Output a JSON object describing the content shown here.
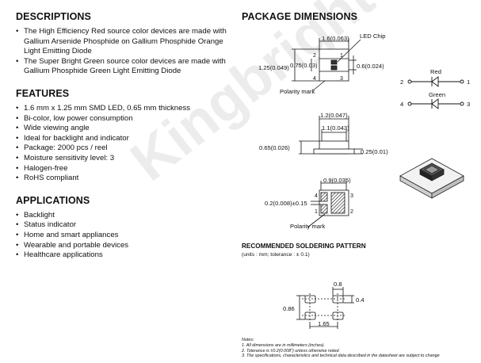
{
  "watermark": "Kingbright",
  "descriptions": {
    "heading": "DESCRIPTIONS",
    "items": [
      "The High Efficiency Red source color devices are made with Gallium Arsenide Phosphide on Gallium Phosphide Orange Light Emitting Diode",
      "The Super Bright Green source color devices are made with Gallium Phosphide Green Light Emitting Diode"
    ]
  },
  "features": {
    "heading": "FEATURES",
    "items": [
      "1.6 mm x 1.25 mm SMD LED, 0.65 mm thickness",
      "Bi-color, low power consumption",
      "Wide viewing angle",
      "Ideal for backlight and indicator",
      "Package: 2000 pcs / reel",
      "Moisture sensitivity level: 3",
      "Halogen-free",
      "RoHS compliant"
    ]
  },
  "applications": {
    "heading": "APPLICATIONS",
    "items": [
      "Backlight",
      "Status indicator",
      "Home and smart appliances",
      "Wearable and portable devices",
      "Healthcare applications"
    ]
  },
  "package": {
    "heading": "PACKAGE DIMENSIONS",
    "top_view": {
      "width_label": "1.6(0.063)",
      "led_chip": "LED Chip",
      "height_label": "1.25(0.049)",
      "inner_label": "0.75(0.03)",
      "right_label": "0.6(0.024)",
      "pin_top_left": "2",
      "pin_top_right": "1",
      "pin_bottom_left": "4",
      "pin_bottom_right": "3",
      "polarity": "Polarity mark"
    },
    "side_view": {
      "w1": "1.2(0.047)",
      "w2": "1.1(0.043)",
      "h1": "0.65(0.026)",
      "h2": "0.25(0.01)"
    },
    "bottom_view": {
      "w": "0.9(0.035)",
      "left_label": "0.2(0.008)±0.15",
      "pin_top_left": "4",
      "pin_top_right": "3",
      "pin_bottom_left": "1",
      "pin_bottom_right": "2",
      "polarity": "Polarity mark"
    },
    "circuit": {
      "red_label": "Red",
      "green_label": "Green",
      "red_left": "2",
      "red_right": "1",
      "green_left": "4",
      "green_right": "3"
    }
  },
  "soldering": {
    "title": "RECOMMENDED SOLDERING PATTERN",
    "subtitle": "(units : mm; tolerance : ± 0.1)",
    "dim_top": "0.8",
    "dim_right": "0.4",
    "dim_left": "0.86",
    "dim_bottom": "1.65"
  },
  "notes": {
    "heading": "Notes:",
    "items": [
      "1. All dimensions are in millimeters (inches).",
      "2. Tolerance is ±0.2(0.008\") unless otherwise noted.",
      "3. The specifications, characteristics and technical data described in the datasheet are subject to change"
    ]
  }
}
